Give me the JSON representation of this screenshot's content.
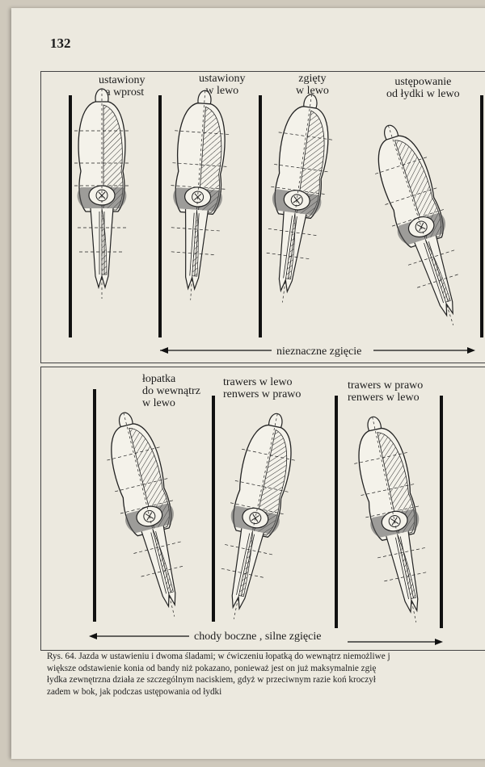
{
  "page_number": "132",
  "top_panel": {
    "labels": [
      {
        "line1": "ustawiony",
        "line2": "na wprost"
      },
      {
        "line1": "ustawiony",
        "line2": "w lewo"
      },
      {
        "line1": "zgięty",
        "line2": "w lewo"
      },
      {
        "line1": "ustępowanie",
        "line2": "od łydki w lewo"
      }
    ],
    "bottom_label": "nieznaczne zgięcie"
  },
  "bottom_panel": {
    "labels": [
      {
        "line1": "łopatka",
        "line2": "do wewnątrz",
        "line3": "w lewo"
      },
      {
        "line1": "trawers w lewo",
        "line2": "renwers w prawo"
      },
      {
        "line1": "trawers w prawo",
        "line2": "renwers w lewo"
      }
    ],
    "bottom_label": "chody boczne , silne zgięcie"
  },
  "caption": {
    "line1": "Rys. 64. Jazda w ustawieniu i dwoma śladami; w ćwiczeniu łopatką do wewnątrz niemożliwe j",
    "line2": "większe odstawienie konia od bandy niż pokazano, ponieważ jest on już maksymalnie zgię",
    "line3": "łydka zewnętrzna działa ze szczególnym naciskiem, gdyż w przeciwnym razie koń kroczył",
    "line4": "zadem w bok, jak podczas ustępowania od łydki"
  },
  "colors": {
    "ink": "#1c1c1c",
    "paper": "#ece9df",
    "background": "#cfc9bc"
  }
}
